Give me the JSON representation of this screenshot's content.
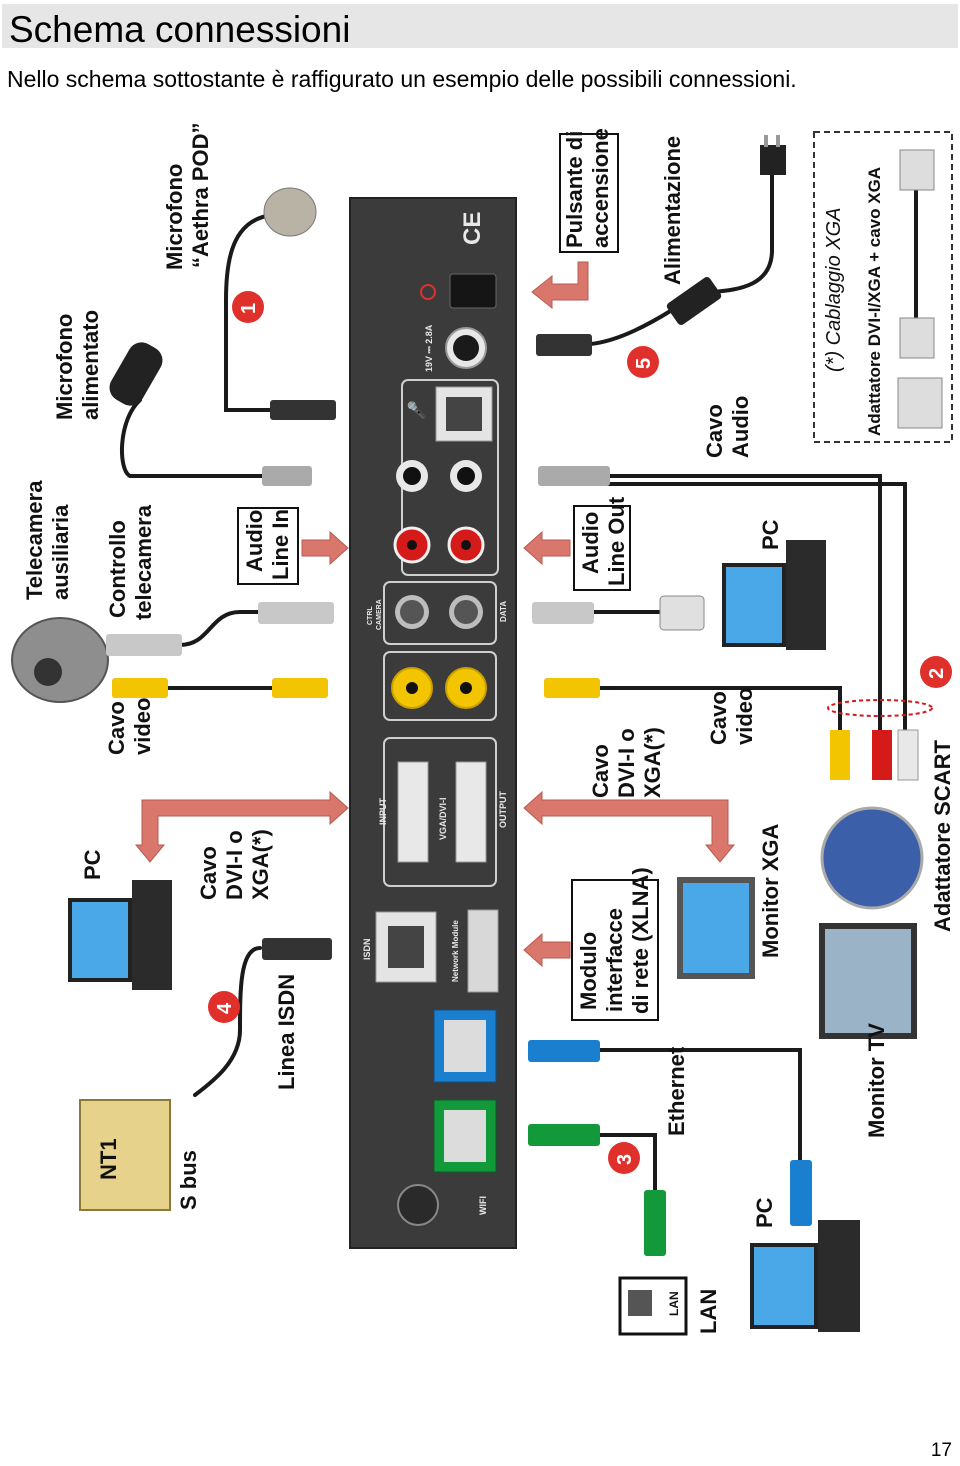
{
  "header": {
    "title": "Schema connessioni",
    "subtitle": "Nello schema sottostante è raffigurato un esempio delle possibili connessioni.",
    "page_number": "17"
  },
  "diagram": {
    "labels": {
      "mic_pod": [
        "Microfono",
        "“Aethra POD”"
      ],
      "mic_powered": [
        "Microfono",
        "alimentato"
      ],
      "aux_camera": [
        "Telecamera",
        "ausiliaria"
      ],
      "camera_control": [
        "Controllo",
        "telecamera"
      ],
      "video_cable_left": [
        "Cavo",
        "video"
      ],
      "pc_left": "PC",
      "dvi_cable_left": [
        "Cavo",
        "DVI-I o",
        "XGA(*)"
      ],
      "isdn_line": "Linea ISDN",
      "s_bus": "S bus",
      "nt1": "NT1",
      "audio_line_in": [
        "Audio",
        "Line In"
      ],
      "power_button": [
        "Pulsante di",
        "accensione"
      ],
      "power_supply": "Alimentazione",
      "audio_cable": [
        "Cavo",
        "Audio"
      ],
      "audio_line_out": [
        "Audio",
        "Line Out"
      ],
      "pc_right": "PC",
      "video_cable_right": [
        "Cavo",
        "video"
      ],
      "dvi_cable_right": [
        "Cavo",
        "DVI-I o",
        "XGA(*)"
      ],
      "monitor_xga": "Monitor XGA",
      "network_module": [
        "Modulo",
        "interfacce",
        "di rete (XLNA)"
      ],
      "ethernet": "Ethernet",
      "pc_bottom": "PC",
      "monitor_tv": "Monitor TV",
      "scart_adapter": "Adattatore SCART",
      "lan": "LAN",
      "xga_cabling": [
        "(*) Cablaggio XGA",
        "Adattatore DVI-I/XGA  +  cavo XGA"
      ]
    },
    "panel_labels": {
      "power_rating": "19V ⎓ 2.8A",
      "ctrl_camera": [
        "CTRL",
        "CAMERA"
      ],
      "data": "DATA",
      "vga_dvi": "VGA/DVI-I",
      "input": "INPUT",
      "output": "OUTPUT",
      "isdn": "ISDN",
      "network_module": "Network Module",
      "wifi": "WIFI",
      "ce_mark": "CE"
    },
    "badges": [
      "1",
      "2",
      "3",
      "4",
      "5"
    ],
    "colors": {
      "panel": "#3b3b3b",
      "arrow": "#d9776c",
      "badge": "#e0302c",
      "rca_red": "#d51a1a",
      "rca_yellow": "#f2c500",
      "lan_blue": "#1a7fcf",
      "lan_green": "#129a3a"
    }
  }
}
